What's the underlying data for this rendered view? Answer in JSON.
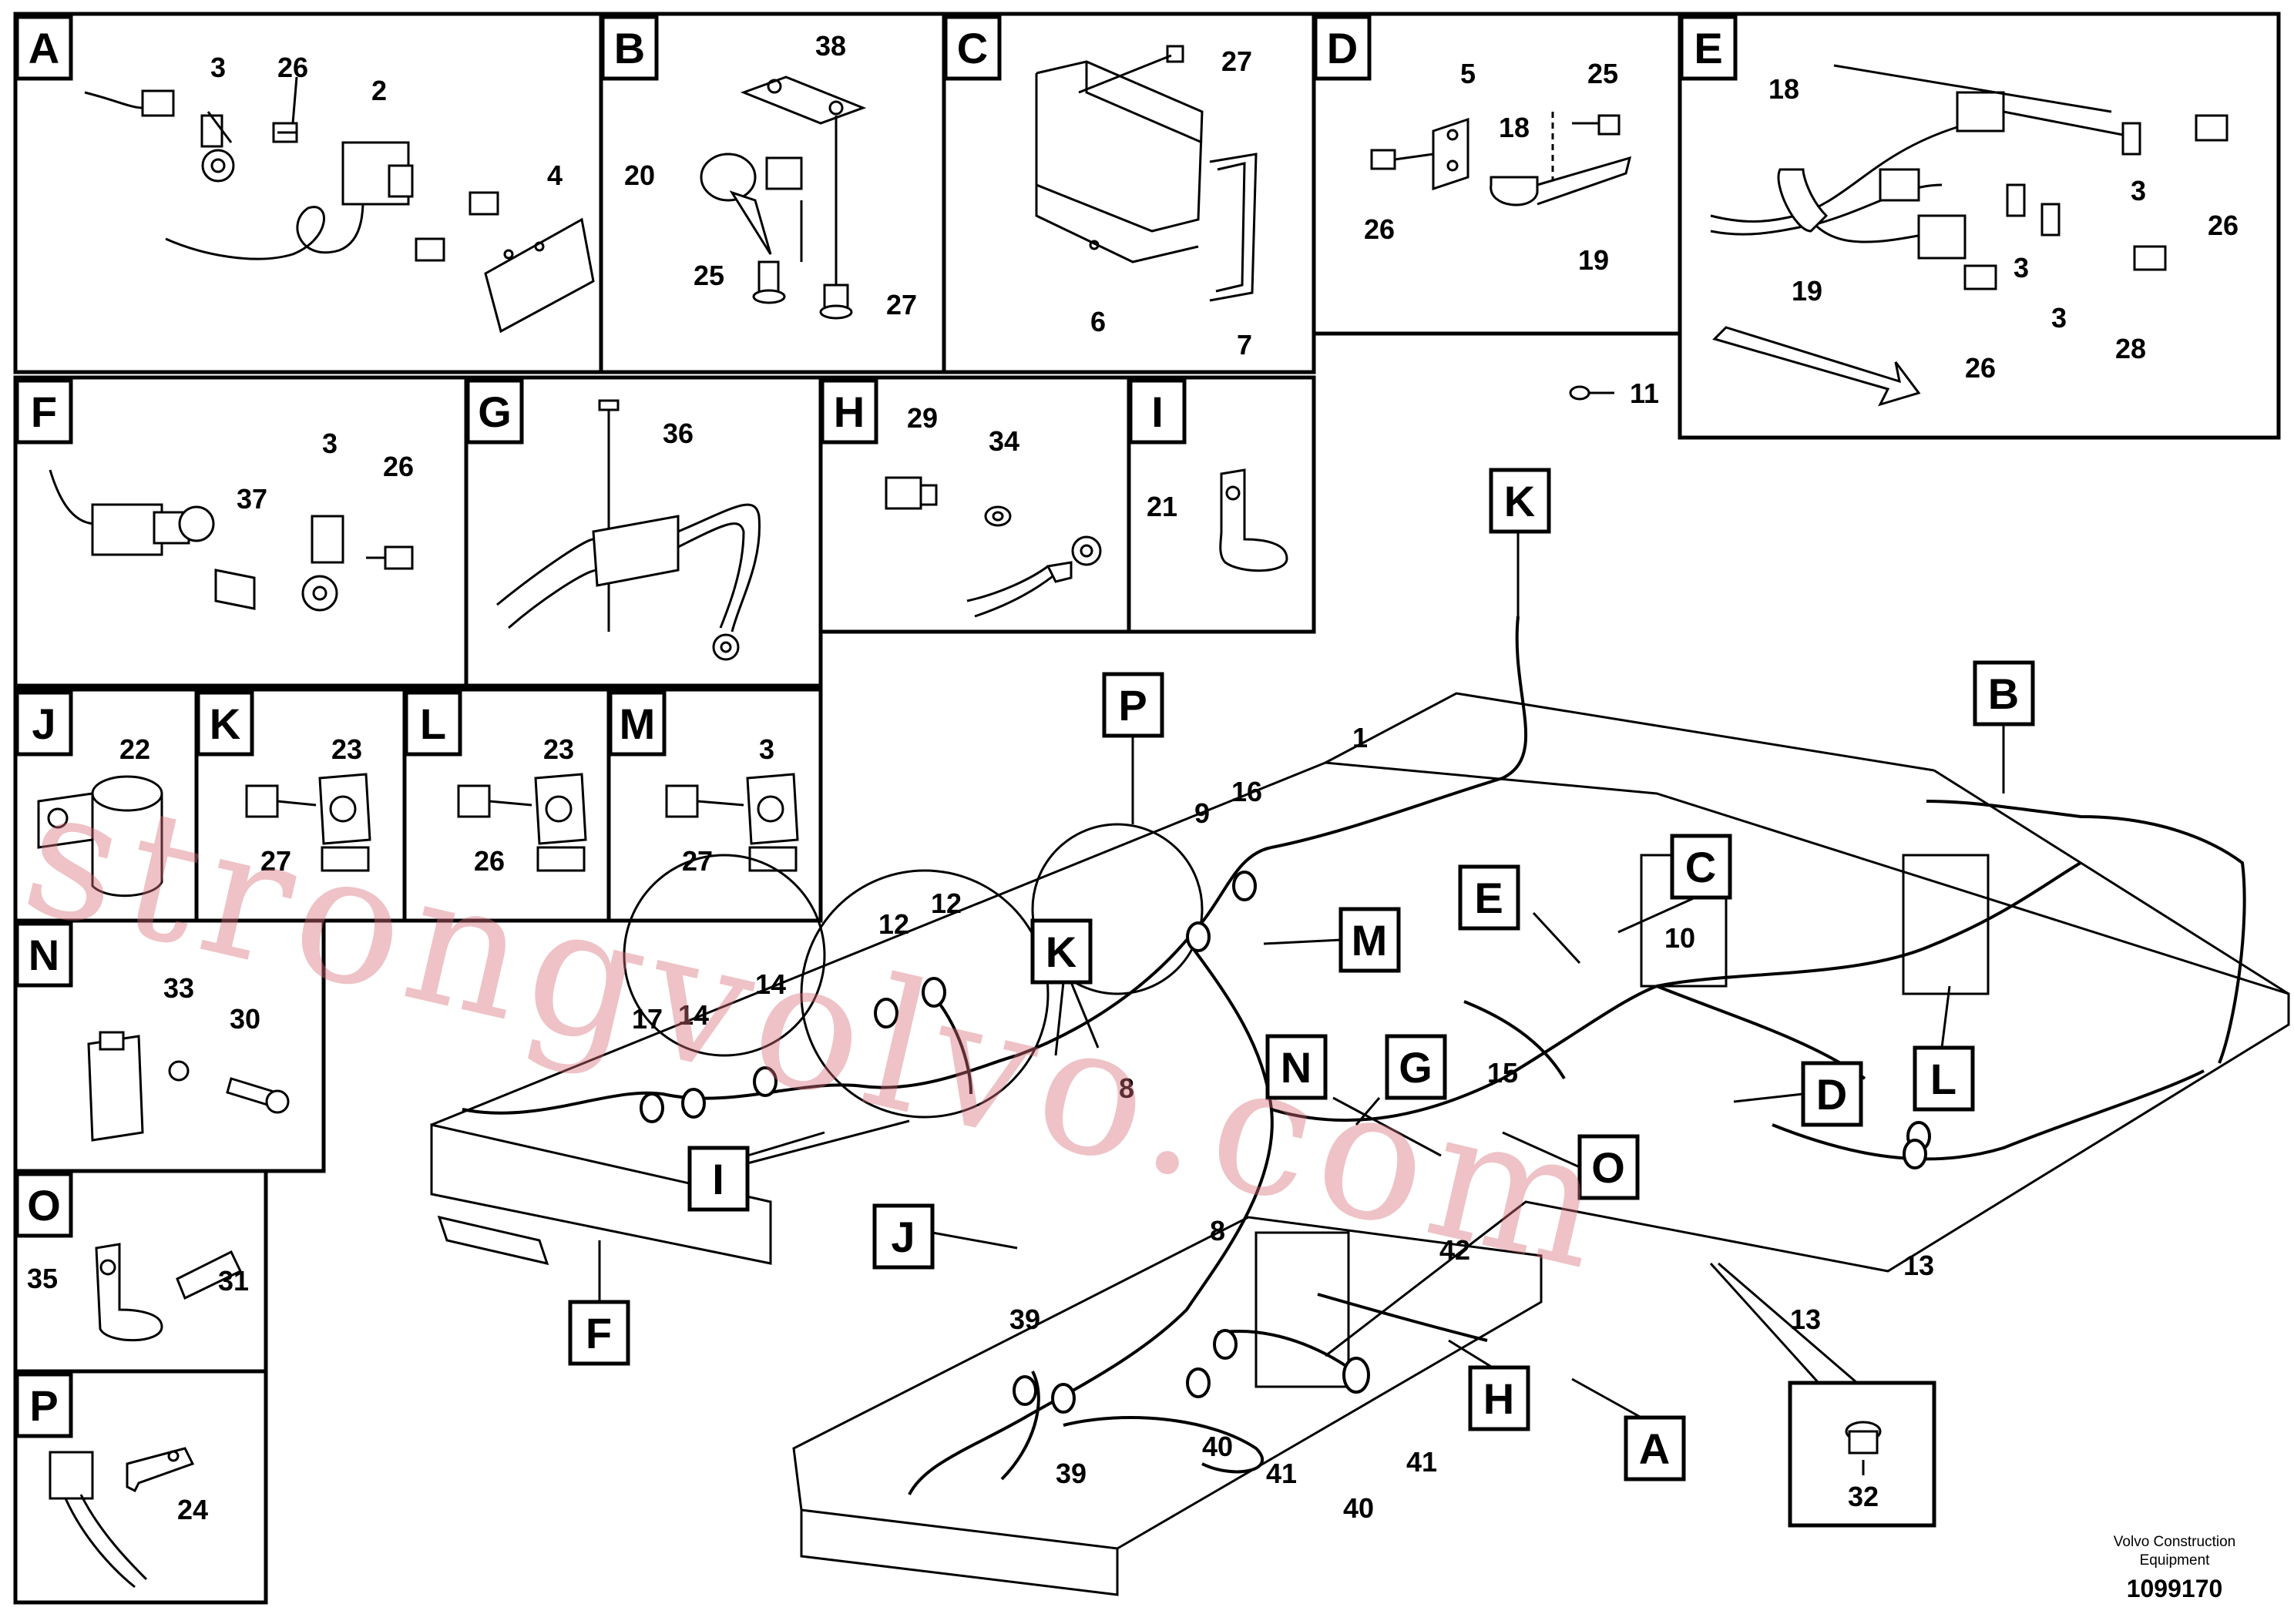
{
  "panels": [
    {
      "letter": "A",
      "labels": [
        "3",
        "26",
        "2",
        "4"
      ]
    },
    {
      "letter": "B",
      "labels": [
        "38",
        "20",
        "25",
        "27"
      ]
    },
    {
      "letter": "C",
      "labels": [
        "27",
        "6",
        "7"
      ]
    },
    {
      "letter": "D",
      "labels": [
        "5",
        "25",
        "18",
        "26",
        "19"
      ]
    },
    {
      "letter": "E",
      "labels": [
        "18",
        "3",
        "26",
        "19",
        "3",
        "3",
        "28",
        "26"
      ]
    },
    {
      "letter": "F",
      "labels": [
        "3",
        "26",
        "37"
      ]
    },
    {
      "letter": "G",
      "labels": [
        "36"
      ]
    },
    {
      "letter": "H",
      "labels": [
        "29",
        "34"
      ]
    },
    {
      "letter": "I",
      "labels": [
        "21"
      ]
    },
    {
      "letter": "J",
      "labels": [
        "22"
      ]
    },
    {
      "letter": "K",
      "labels": [
        "23",
        "27"
      ]
    },
    {
      "letter": "L",
      "labels": [
        "23",
        "26"
      ]
    },
    {
      "letter": "M",
      "labels": [
        "3",
        "27"
      ]
    },
    {
      "letter": "N",
      "labels": [
        "33",
        "30"
      ]
    },
    {
      "letter": "O",
      "labels": [
        "35",
        "31"
      ]
    },
    {
      "letter": "P",
      "labels": [
        "24"
      ]
    }
  ],
  "standalone_label": "11",
  "main_view": {
    "callouts": [
      "K",
      "P",
      "B",
      "C",
      "E",
      "M",
      "K",
      "G",
      "N",
      "D",
      "L",
      "I",
      "O",
      "J",
      "F",
      "H",
      "A"
    ],
    "part_numbers": [
      "1",
      "9",
      "16",
      "12",
      "12",
      "14",
      "17",
      "14",
      "10",
      "15",
      "8",
      "8",
      "42",
      "13",
      "13",
      "39",
      "39",
      "40",
      "41",
      "41",
      "40"
    ],
    "detail_box_label": "32"
  },
  "caption": {
    "company": "Volvo Construction Equipment",
    "drawing_id": "1099170"
  },
  "watermark": "strongvolvo.com"
}
